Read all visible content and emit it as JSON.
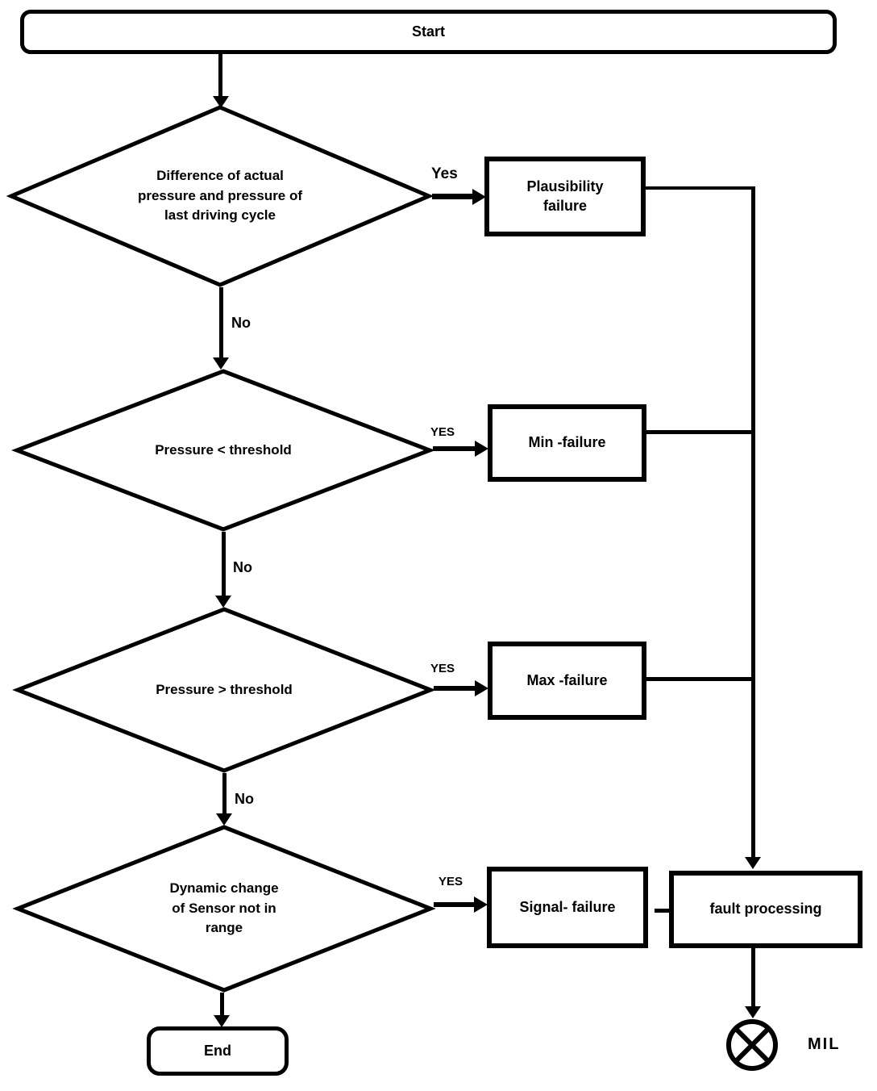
{
  "diagram": {
    "type": "flowchart",
    "colors": {
      "stroke": "#000000",
      "background": "#ffffff",
      "text": "#000000"
    },
    "nodes": {
      "start": {
        "type": "terminator",
        "label": "Start"
      },
      "decision1": {
        "type": "decision",
        "lines": [
          "Difference of actual",
          "pressure and pressure of",
          "last driving cycle"
        ]
      },
      "plausibility_failure": {
        "type": "process",
        "lines": [
          "Plausibility",
          "failure"
        ]
      },
      "decision2": {
        "type": "decision",
        "label": "Pressure < threshold"
      },
      "min_failure": {
        "type": "process",
        "label": "Min -failure"
      },
      "decision3": {
        "type": "decision",
        "label": "Pressure > threshold"
      },
      "max_failure": {
        "type": "process",
        "label": "Max -failure"
      },
      "decision4": {
        "type": "decision",
        "lines": [
          "Dynamic change",
          "of Sensor not in",
          "range"
        ]
      },
      "signal_failure": {
        "type": "process",
        "label": "Signal- failure"
      },
      "fault_processing": {
        "type": "process",
        "label": "fault processing"
      },
      "mil": {
        "type": "lamp-symbol",
        "label": "MIL"
      },
      "end": {
        "type": "terminator",
        "label": "End"
      }
    },
    "edge_labels": {
      "yes1": "Yes",
      "no1": "No",
      "yes2": "YES",
      "no2": "No",
      "yes3": "YES",
      "no3": "No",
      "yes4": "YES"
    }
  }
}
